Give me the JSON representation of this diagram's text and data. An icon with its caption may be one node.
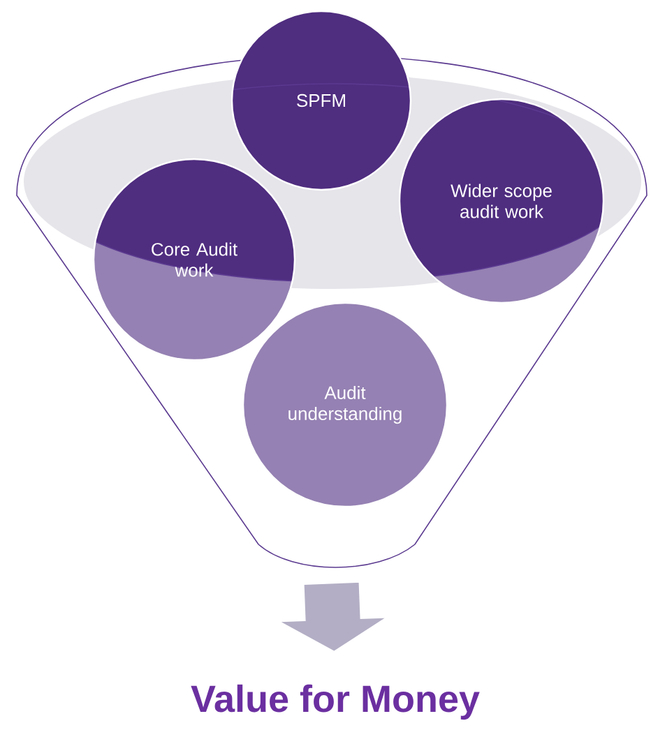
{
  "diagram": {
    "nodes": [
      {
        "text": [],
        "shape": "funnel"
      },
      {
        "text": [
          "SPFM"
        ],
        "in": 0
      },
      {
        "text": [
          "Core Audit work"
        ],
        "in": 0
      },
      {
        "text": [
          "Wider scope audit work"
        ],
        "in": 0
      },
      {
        "text": [
          "Audit understanding"
        ],
        "in": 0
      },
      {
        "text": [
          "Value for Money"
        ]
      }
    ],
    "edges": [
      {
        "from": 0,
        "to": 5,
        "arrow": "to"
      }
    ]
  }
}
